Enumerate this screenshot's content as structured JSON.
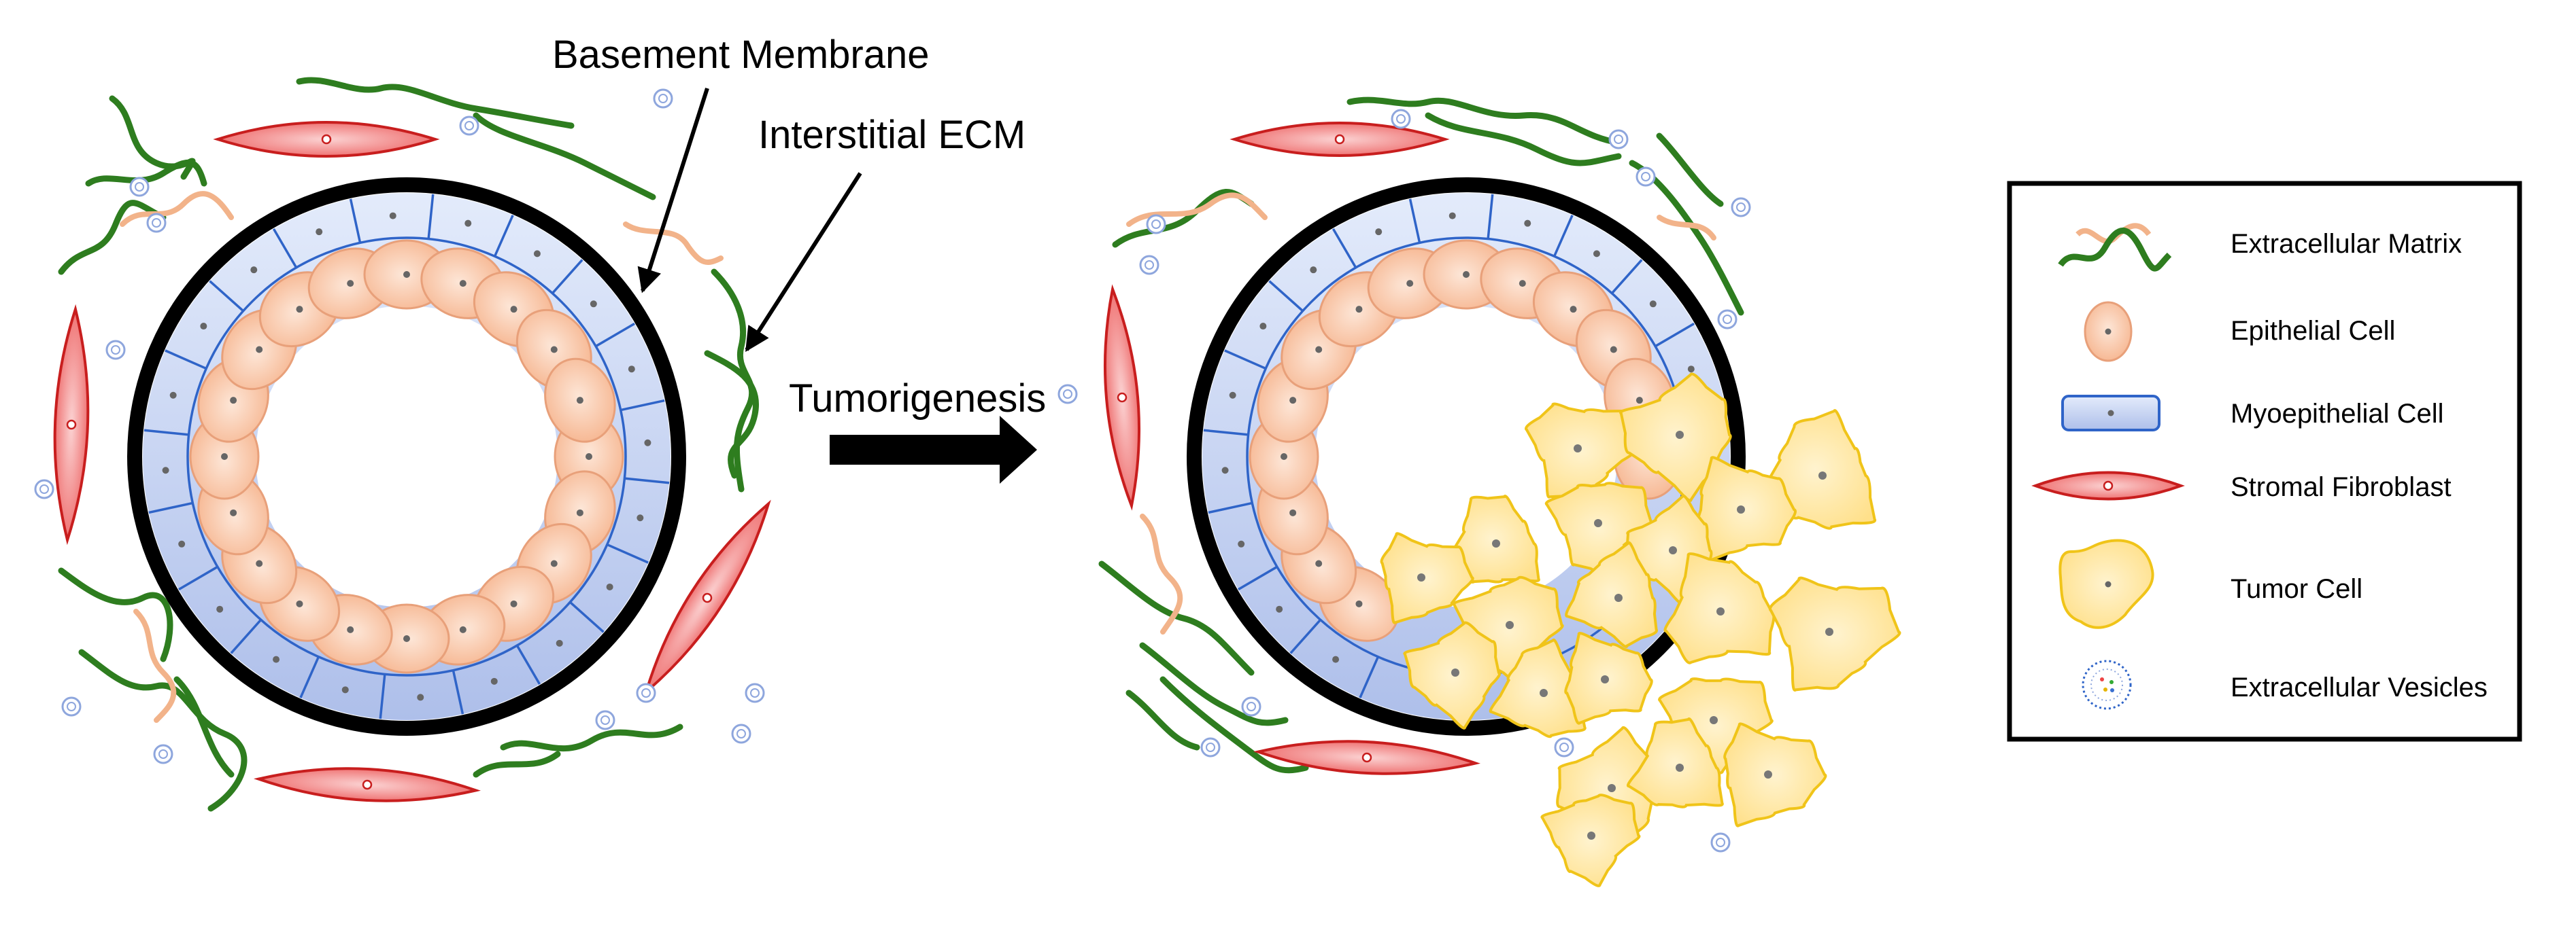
{
  "annotations": {
    "basement_membrane": "Basement Membrane",
    "interstitial_ecm": "Interstitial ECM",
    "process": "Tumorigenesis"
  },
  "legend": {
    "items": [
      {
        "icon": "extracellular-matrix-icon",
        "label": "Extracellular Matrix"
      },
      {
        "icon": "epithelial-cell-icon",
        "label": "Epithelial Cell"
      },
      {
        "icon": "myoepithelial-cell-icon",
        "label": "Myoepithelial Cell"
      },
      {
        "icon": "stromal-fibroblast-icon",
        "label": "Stromal Fibroblast"
      },
      {
        "icon": "tumor-cell-icon",
        "label": "Tumor Cell"
      },
      {
        "icon": "extracellular-vesicle-icon",
        "label": "Extracellular Vesicles"
      }
    ]
  },
  "colors": {
    "ecm_green": "#2e7d1f",
    "ecm_orange": "#f2b38a",
    "epithelial_fill": "#f9c3a2",
    "epithelial_stroke": "#e8a07a",
    "myoepithelial_fill": "#c5d4f3",
    "myoepithelial_stroke": "#2f64c8",
    "fibroblast_fill": "#f07a7a",
    "fibroblast_stroke": "#c81e1e",
    "tumor_fill": "#ffe9a6",
    "tumor_stroke": "#f0c419",
    "vesicle_stroke": "#8ea6dd",
    "membrane": "#000000"
  }
}
